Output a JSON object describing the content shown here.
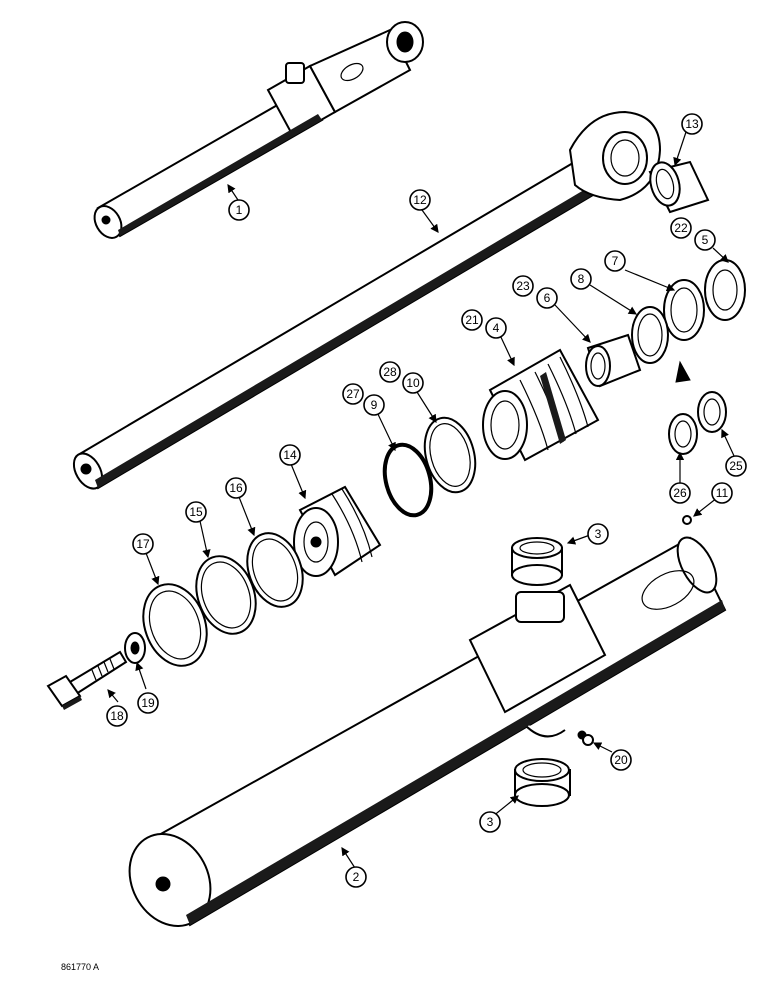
{
  "drawing": {
    "code": "861770 A",
    "callouts": [
      "1",
      "12",
      "13",
      "22",
      "5",
      "7",
      "8",
      "23",
      "6",
      "21",
      "4",
      "28",
      "10",
      "27",
      "9",
      "14",
      "16",
      "15",
      "17",
      "3",
      "11",
      "25",
      "26",
      "18",
      "19",
      "20",
      "2"
    ]
  }
}
